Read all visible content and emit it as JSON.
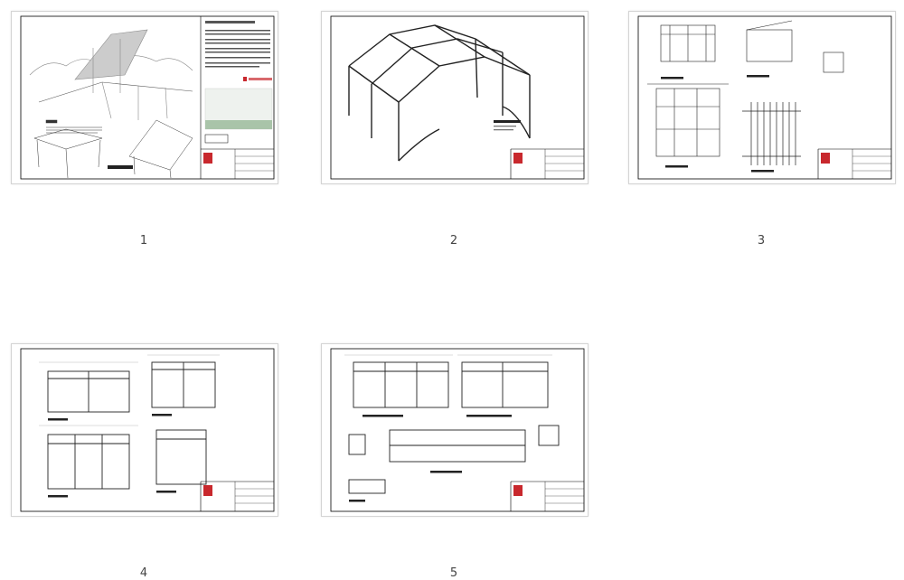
{
  "pages": [
    {
      "label": "1"
    },
    {
      "label": "2"
    },
    {
      "label": "3"
    },
    {
      "label": "4"
    },
    {
      "label": "5"
    }
  ],
  "colors": {
    "brand_red": "#c8282d",
    "thumb_border": "#d4d4d4",
    "table_green": "#a9c4a9"
  }
}
